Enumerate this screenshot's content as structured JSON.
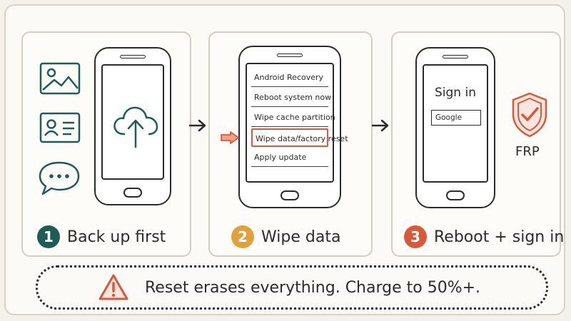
{
  "colors": {
    "teal": "#1f5b57",
    "orange": "#e0a13a",
    "red": "#d9573b",
    "ink": "#2b2b2b"
  },
  "steps": [
    {
      "number": "1",
      "label": "Back up first"
    },
    {
      "number": "2",
      "label": "Wipe data"
    },
    {
      "number": "3",
      "label": "Reboot + sign in"
    }
  ],
  "backup_icons": [
    "photo-icon",
    "contact-card-icon",
    "chat-bubble-icon",
    "cloud-upload-icon"
  ],
  "recovery_menu": {
    "items": [
      "Android Recovery",
      "Reboot system now",
      "Wipe cache partition",
      "Wipe data/factory reset",
      "Apply update"
    ],
    "selected_index": 3
  },
  "signin": {
    "title": "Sign in",
    "account_field": "Google",
    "badge": "FRP"
  },
  "warning": {
    "text": "Reset erases everything. Charge to 50%+."
  }
}
